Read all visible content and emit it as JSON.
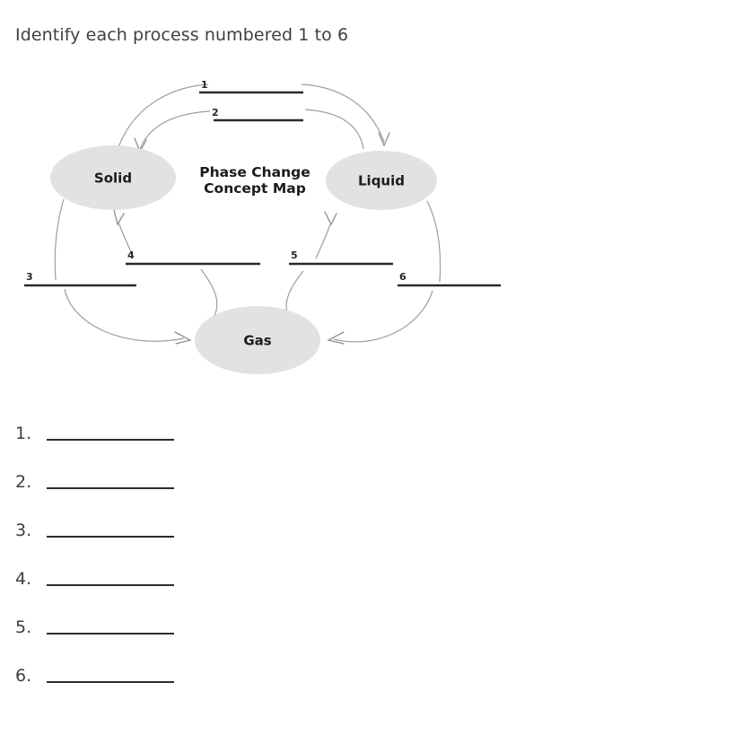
{
  "question": {
    "prompt": "Identify each process numbered 1 to 6"
  },
  "diagram": {
    "title_line1": "Phase Change",
    "title_line2": "Concept Map",
    "nodes": [
      {
        "id": "solid",
        "label": "Solid"
      },
      {
        "id": "liquid",
        "label": "Liquid"
      },
      {
        "id": "gas",
        "label": "Gas"
      }
    ],
    "slots": [
      {
        "number": "1",
        "from": "Solid",
        "to": "Liquid"
      },
      {
        "number": "2",
        "from": "Liquid",
        "to": "Solid"
      },
      {
        "number": "3",
        "from": "Solid",
        "to": "Gas"
      },
      {
        "number": "4",
        "from": "Gas",
        "to": "Solid"
      },
      {
        "number": "5",
        "from": "Gas",
        "to": "Liquid"
      },
      {
        "number": "6",
        "from": "Liquid",
        "to": "Gas"
      }
    ],
    "colors": {
      "node_fill": "#e2e2e2",
      "arc_stroke": "#9d9d9d",
      "rule_stroke": "#2a2a2a",
      "text": "#1c1c1c"
    }
  },
  "answers": [
    {
      "number": "1.",
      "value": ""
    },
    {
      "number": "2.",
      "value": ""
    },
    {
      "number": "3.",
      "value": ""
    },
    {
      "number": "4.",
      "value": ""
    },
    {
      "number": "5.",
      "value": ""
    },
    {
      "number": "6.",
      "value": ""
    }
  ]
}
